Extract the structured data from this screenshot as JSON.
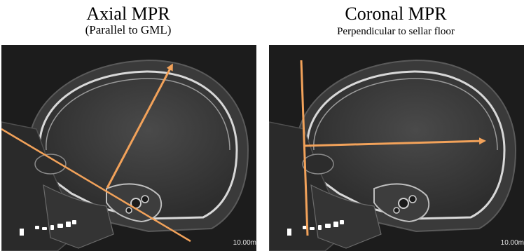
{
  "panels": [
    {
      "title": "Axial MPR",
      "subtitle": "(Parallel to GML)",
      "scale_label": "10.00m"
    },
    {
      "title": "Coronal MPR",
      "subtitle": "Perpendicular to sellar floor",
      "scale_label": "10.00m"
    }
  ],
  "colors": {
    "annotation": "#f2a25a",
    "background": "#1c1c1c"
  }
}
